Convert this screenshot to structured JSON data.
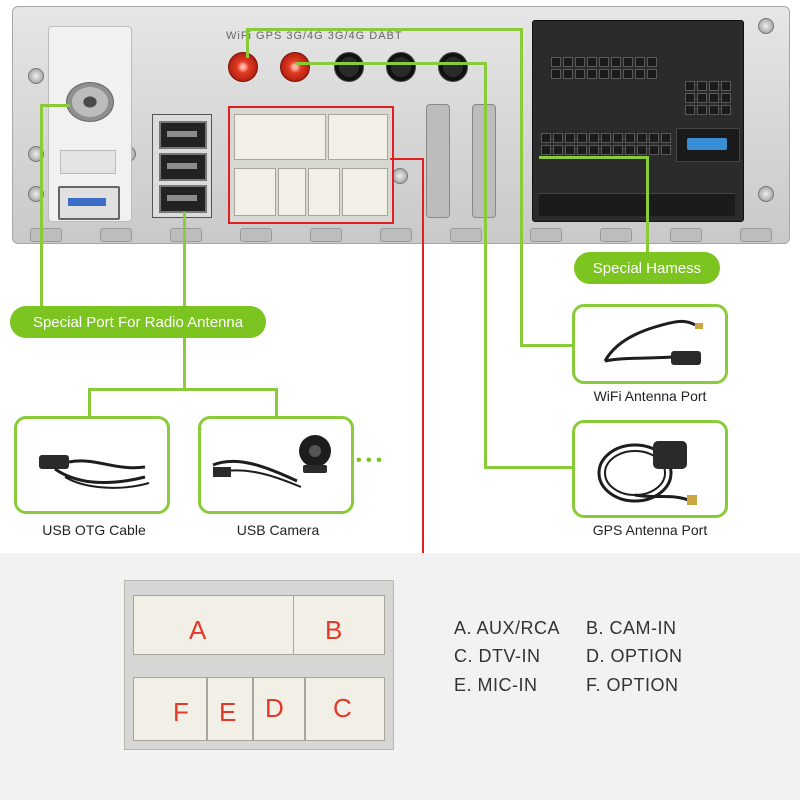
{
  "panel": {
    "sma_labels": "WiFi GPS 3G/4G 3G/4G DABT"
  },
  "labels": {
    "radio_antenna": "Special Port For Radio Antenna",
    "harness": "Special Hamess",
    "wifi_antenna": "WiFi Antenna Port",
    "gps_antenna": "GPS Antenna Port",
    "usb_otg": "USB OTG Cable",
    "usb_camera": "USB Camera",
    "more": "• • •"
  },
  "plug_letters": {
    "a": "A",
    "b": "B",
    "c": "C",
    "d": "D",
    "e": "E",
    "f": "F"
  },
  "legend": [
    {
      "text": "A. AUX/RCA"
    },
    {
      "text": "B. CAM-IN"
    },
    {
      "text": "C. DTV-IN"
    },
    {
      "text": "D. OPTION"
    },
    {
      "text": "E. MIC-IN"
    },
    {
      "text": "F. OPTION"
    }
  ],
  "colors": {
    "accent_green": "#7cc41f",
    "connector_red": "#e02020"
  },
  "icons": [
    "radio-antenna-jack-icon",
    "usb-port-icon",
    "sma-connector-icon",
    "wifi-antenna-icon",
    "gps-antenna-icon",
    "usb-cable-icon",
    "usb-camera-icon"
  ]
}
